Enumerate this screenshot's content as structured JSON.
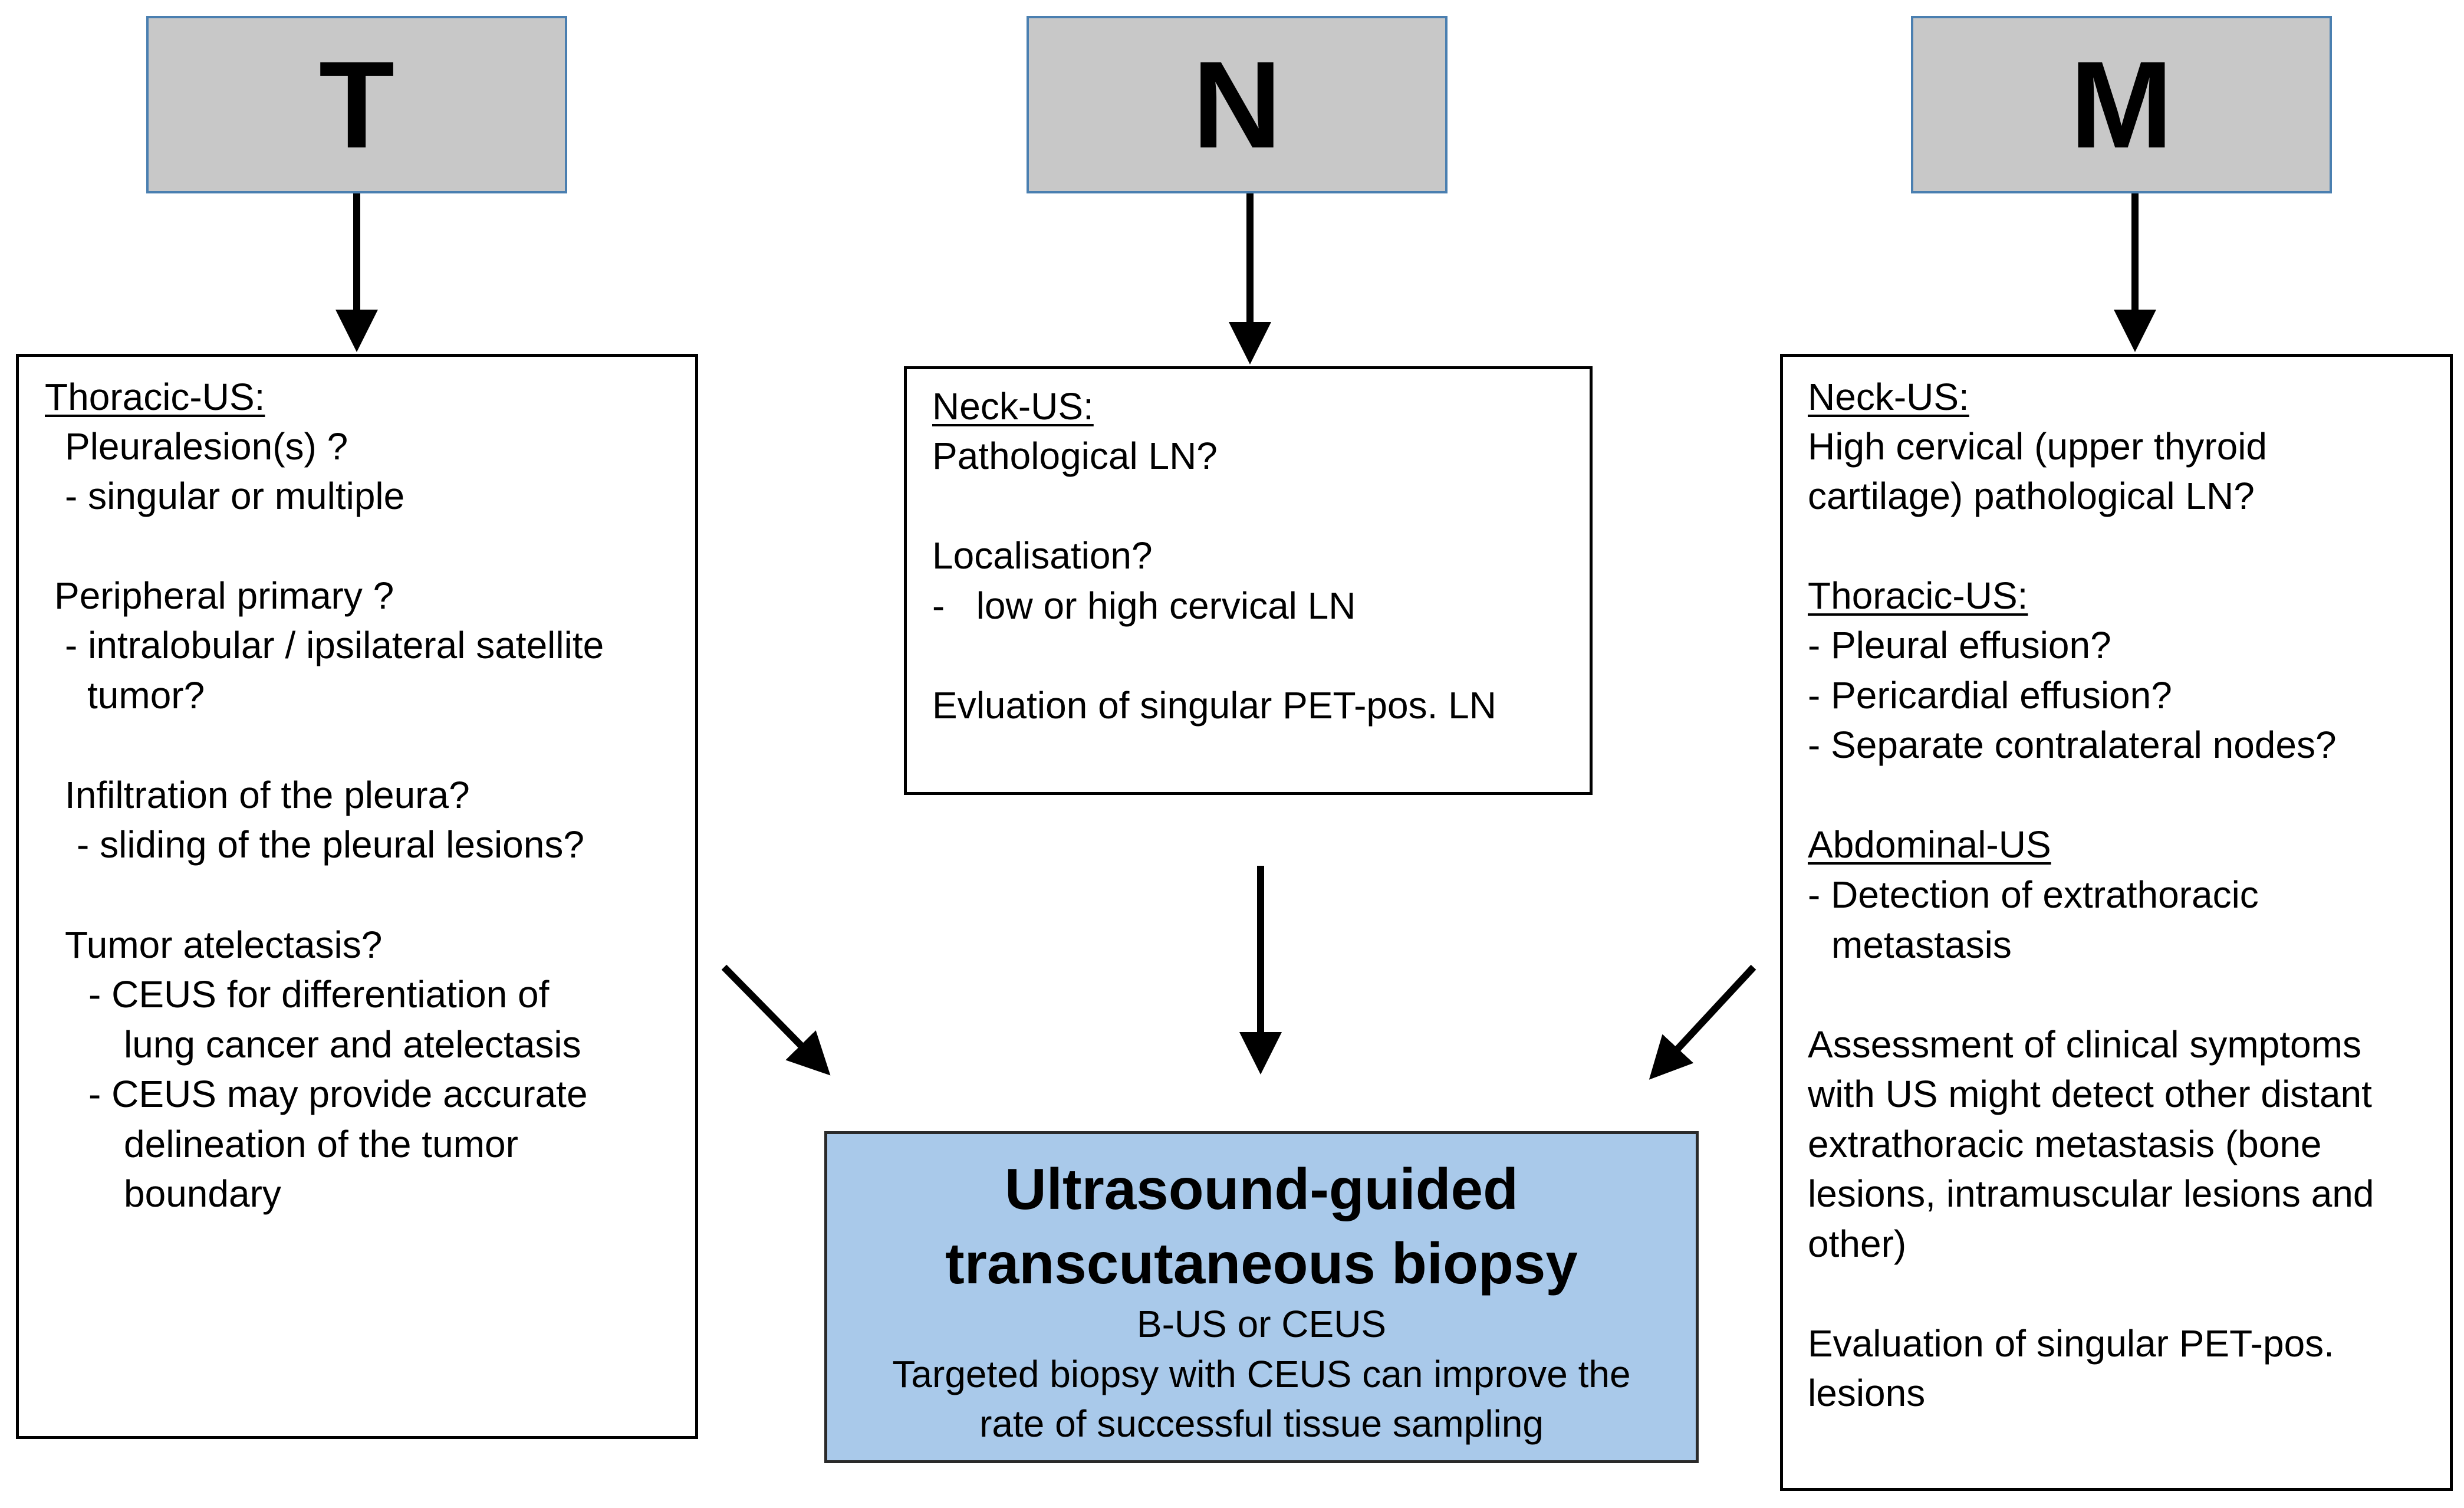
{
  "headers": {
    "t": "T",
    "n": "N",
    "m": "M"
  },
  "t_box": {
    "lines": [
      "Thoracic-US:",
      "Pleuralesion(s) ?",
      "- singular or multiple",
      "Peripheral primary ?",
      "- intralobular / ipsilateral satellite",
      "tumor?",
      "Infiltration of the pleura?",
      "- sliding of the pleural lesions?",
      "Tumor atelectasis?",
      "- CEUS for differentiation of",
      "lung cancer and atelectasis",
      "- CEUS may provide accurate",
      "delineation of the tumor",
      "boundary"
    ]
  },
  "n_box": {
    "lines": [
      "Neck-US:",
      "Pathological LN?",
      "Localisation?",
      "-   low or high cervical LN",
      "Evluation of singular PET-pos. LN"
    ]
  },
  "m_box": {
    "lines": [
      "Neck-US:",
      "High cervical (upper thyroid",
      "cartilage) pathological LN?",
      "Thoracic-US:",
      "- Pleural effusion?",
      "- Pericardial effusion?",
      "- Separate contralateral nodes?",
      "Abdominal-US",
      "- Detection of extrathoracic",
      "metastasis",
      "Assessment of clinical symptoms",
      "with US might detect other distant",
      "extrathoracic metastasis (bone",
      "lesions, intramuscular lesions and",
      "other)",
      "Evaluation of singular PET-pos.",
      "lesions"
    ]
  },
  "outcome": {
    "title_line1": "Ultrasound-guided",
    "title_line2": "transcutaneous biopsy",
    "sub1": "B-US or CEUS",
    "sub2": "Targeted biopsy with CEUS can improve the",
    "sub3": "rate of successful tissue sampling"
  },
  "colors": {
    "header_fill": "#c8c8c8",
    "header_border": "#4a7fb0",
    "outcome_fill": "#a9c9ea"
  }
}
